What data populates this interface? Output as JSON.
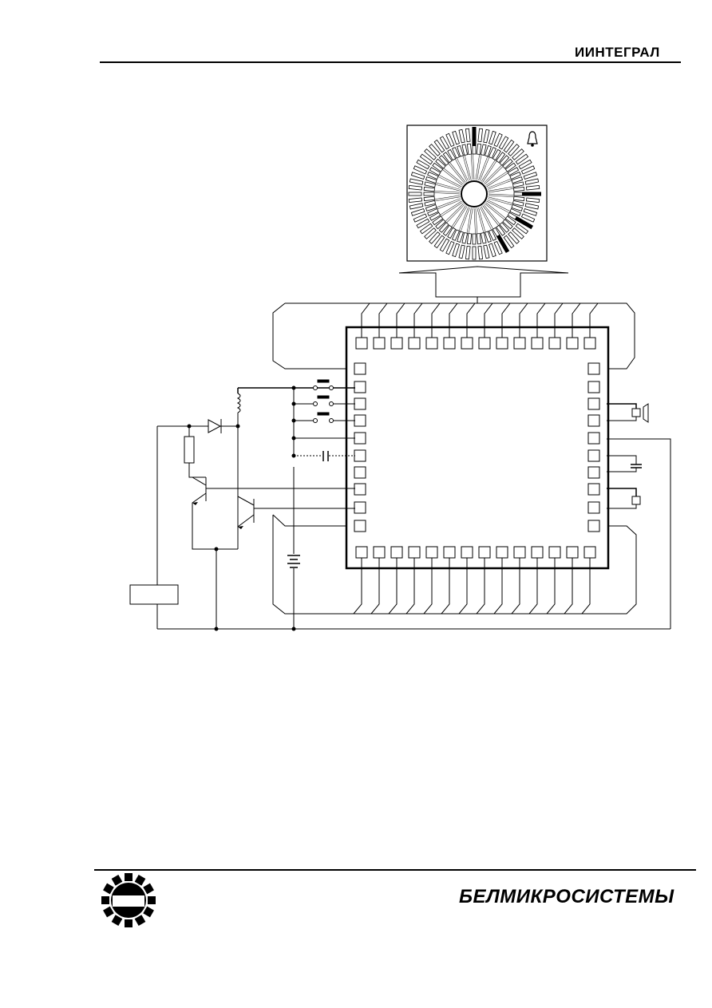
{
  "header": {
    "brand": "ИИНТЕГРАЛ"
  },
  "footer": {
    "brand": "БЕЛМИКРОСИСТЕМЫ"
  },
  "diagram": {
    "top_pins": 14,
    "bottom_pins": 14,
    "left_pins": 10,
    "right_pins": 10,
    "dial_segments": 60,
    "push_buttons": 3
  },
  "icons": {
    "dial_alarm": "bell-icon",
    "footer_logo": "sun-logo-icon"
  }
}
